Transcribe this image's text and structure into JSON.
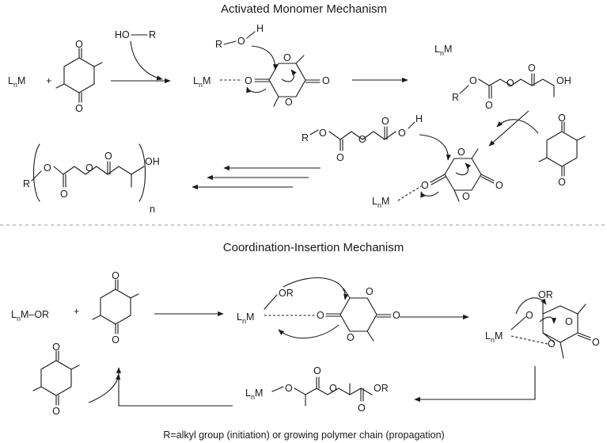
{
  "title_top": "Activated Monomer Mechanism",
  "title_bottom": "Coordination-Insertion Mechanism",
  "footer": "R=alkyl group (initiation) or growing polymer chain (propagation)",
  "catalyst": {
    "main": "L",
    "sub": "n",
    "tail": "M"
  },
  "catalyst_alkoxide": {
    "main": "L",
    "sub": "n",
    "tail": "M–OR"
  },
  "atoms": {
    "O": "O",
    "OH": "OH",
    "H": "H",
    "R": "R",
    "OR": "OR",
    "HO": "HO",
    "n": "n",
    "plus": "+"
  }
}
